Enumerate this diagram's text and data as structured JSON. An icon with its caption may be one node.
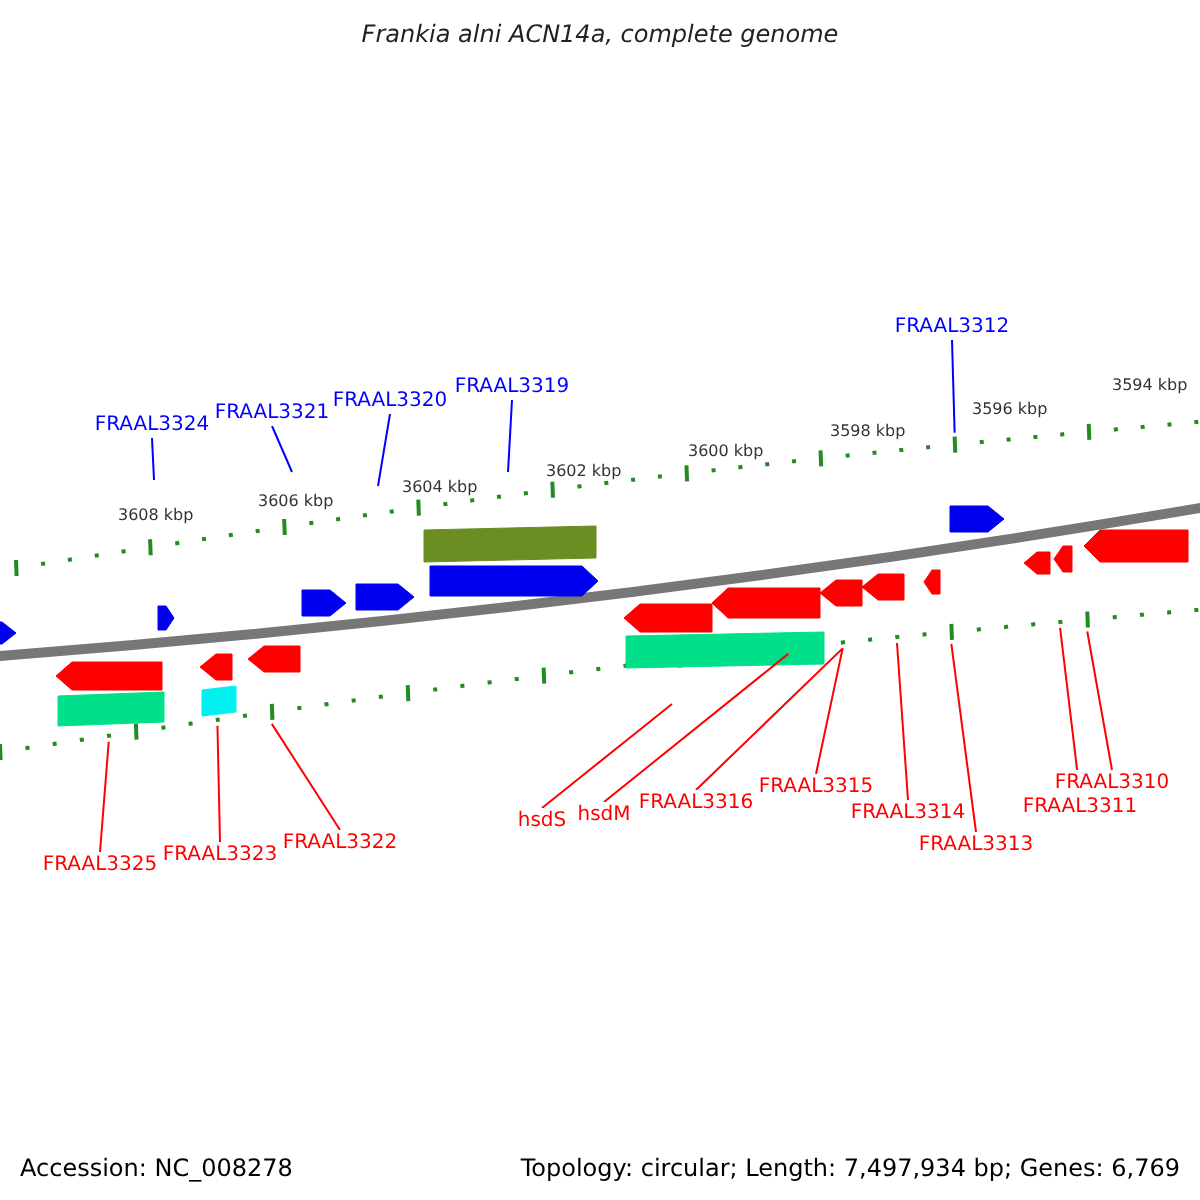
{
  "diagram": {
    "title": "Frankia alni ACN14a, complete genome",
    "nodes": [
      {
        "text": [
          "FRAAL3324"
        ]
      },
      {
        "text": [
          "FRAAL3321"
        ]
      },
      {
        "text": [
          "FRAAL3320"
        ]
      },
      {
        "text": [
          "FRAAL3319"
        ]
      },
      {
        "text": [
          "FRAAL3312"
        ]
      },
      {
        "text": [
          "FRAAL3325"
        ]
      },
      {
        "text": [
          "FRAAL3323"
        ]
      },
      {
        "text": [
          "FRAAL3322"
        ]
      },
      {
        "text": [
          "hsdS"
        ]
      },
      {
        "text": [
          "hsdM"
        ]
      },
      {
        "text": [
          "FRAAL3316"
        ]
      },
      {
        "text": [
          "FRAAL3315"
        ]
      },
      {
        "text": [
          "FRAAL3314"
        ]
      },
      {
        "text": [
          "FRAAL3313"
        ]
      },
      {
        "text": [
          "FRAAL3311"
        ]
      },
      {
        "text": [
          "FRAAL3310"
        ]
      }
    ],
    "edges": [
      {
        "from": 0,
        "to": null,
        "arrow": "none",
        "color": "#0000ff"
      },
      {
        "from": 1,
        "to": null,
        "arrow": "none",
        "color": "#0000ff"
      },
      {
        "from": 2,
        "to": null,
        "arrow": "none",
        "color": "#0000ff"
      },
      {
        "from": 3,
        "to": null,
        "arrow": "none",
        "color": "#0000ff"
      },
      {
        "from": 4,
        "to": null,
        "arrow": "none",
        "color": "#0000ff"
      },
      {
        "from": 5,
        "to": null,
        "arrow": "none"
      },
      {
        "from": 6,
        "to": null,
        "arrow": "none"
      },
      {
        "from": 7,
        "to": null,
        "arrow": "none"
      },
      {
        "from": 8,
        "to": null,
        "arrow": "none"
      },
      {
        "from": 9,
        "to": null,
        "arrow": "none"
      },
      {
        "from": 10,
        "to": null,
        "arrow": "none"
      },
      {
        "from": 11,
        "to": null,
        "arrow": "none"
      },
      {
        "from": 12,
        "to": null,
        "arrow": "none"
      },
      {
        "from": 13,
        "to": null,
        "arrow": "none"
      },
      {
        "from": 14,
        "to": null,
        "arrow": "none"
      },
      {
        "from": 15,
        "to": null,
        "arrow": "none"
      }
    ],
    "labels": [
      "3594 kbp",
      "3596 kbp",
      "3598 kbp",
      "3600 kbp",
      "3602 kbp",
      "3604 kbp",
      "3606 kbp",
      "3608 kbp",
      "Accession: NC_008278",
      "Topology: circular; Length: 7,497,934 bp; Genes: 6,769"
    ]
  }
}
